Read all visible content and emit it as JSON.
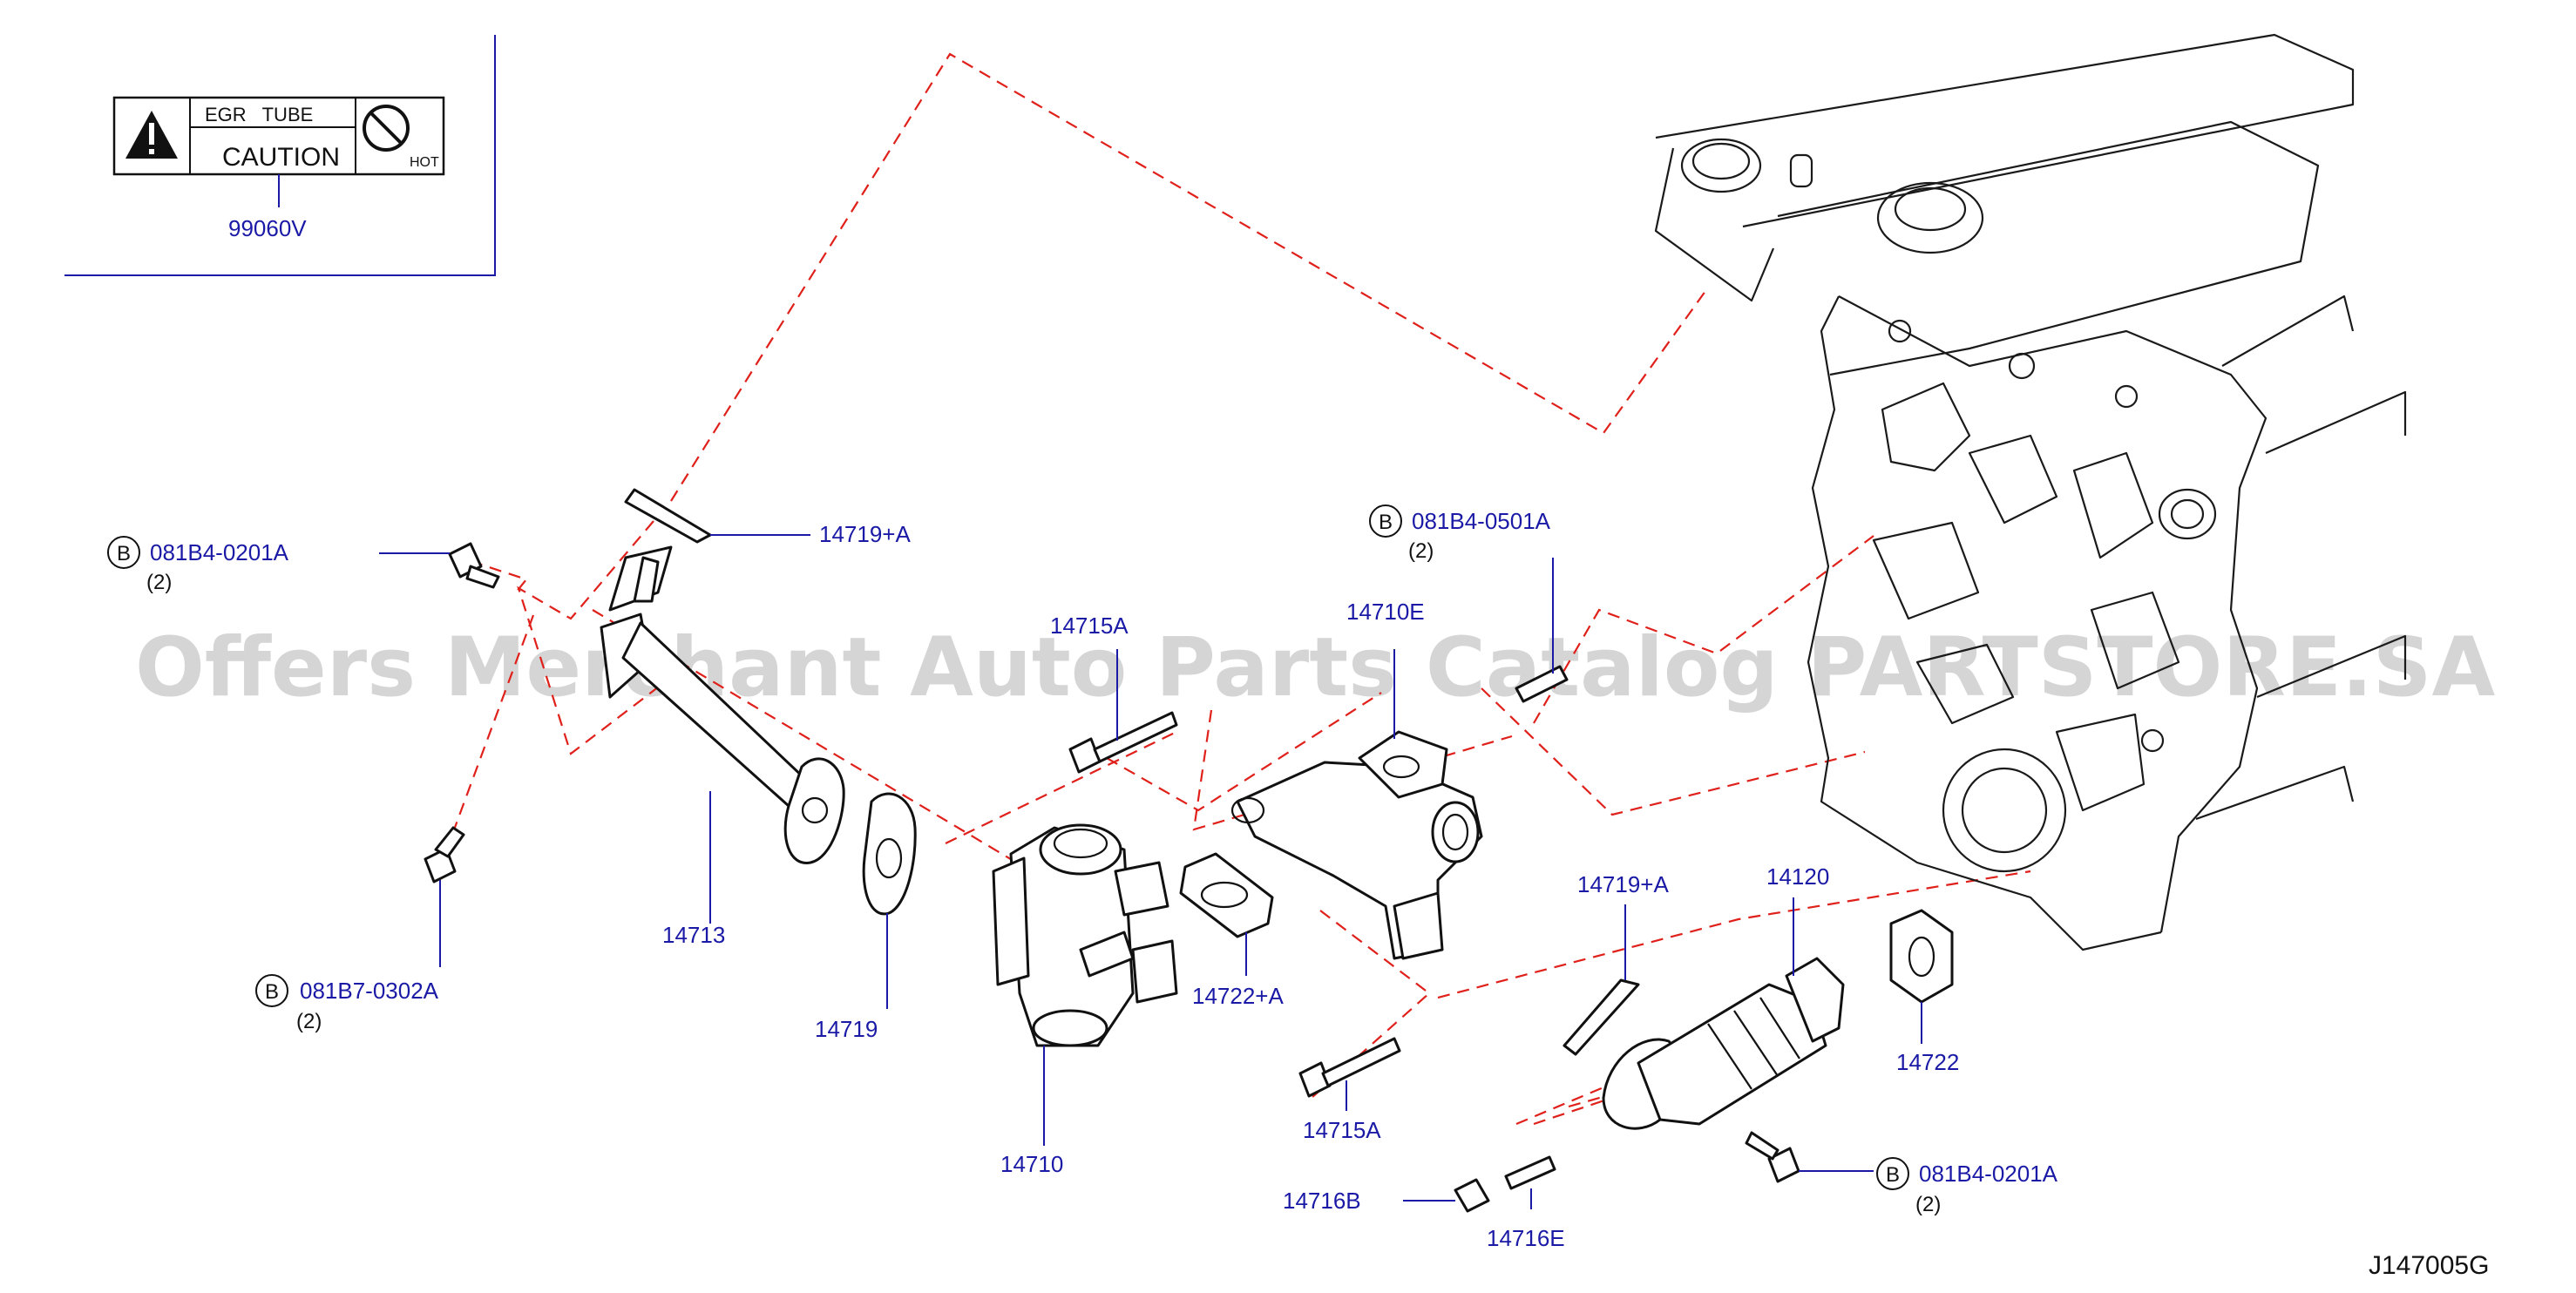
{
  "diagram": {
    "drawing_code": "J147005G",
    "watermark": "Offers Merchant Auto Parts Catalog PARTSTORE.SA",
    "caution_label": {
      "header": "EGR   TUBE",
      "warning": "CAUTION",
      "hot": "HOT",
      "part_number": "99060V"
    },
    "callouts": [
      {
        "id": "c1",
        "text": "14719+A"
      },
      {
        "id": "c2",
        "badge": "B",
        "text": "081B4-0201A",
        "qty": "(2)"
      },
      {
        "id": "c3",
        "badge": "B",
        "text": "081B4-0501A",
        "qty": "(2)"
      },
      {
        "id": "c4",
        "text": "14715A"
      },
      {
        "id": "c5",
        "text": "14710E"
      },
      {
        "id": "c6",
        "text": "14713"
      },
      {
        "id": "c7",
        "badge": "B",
        "text": "081B7-0302A",
        "qty": "(2)"
      },
      {
        "id": "c8",
        "text": "14719"
      },
      {
        "id": "c9",
        "text": "14722+A"
      },
      {
        "id": "c10",
        "text": "14710"
      },
      {
        "id": "c11",
        "text": "14715A"
      },
      {
        "id": "c12",
        "text": "14719+A"
      },
      {
        "id": "c13",
        "text": "14120"
      },
      {
        "id": "c14",
        "text": "14722"
      },
      {
        "id": "c15",
        "badge": "B",
        "text": "081B4-0201A",
        "qty": "(2)"
      },
      {
        "id": "c16",
        "text": "14716B"
      },
      {
        "id": "c17",
        "text": "14716E"
      }
    ]
  }
}
